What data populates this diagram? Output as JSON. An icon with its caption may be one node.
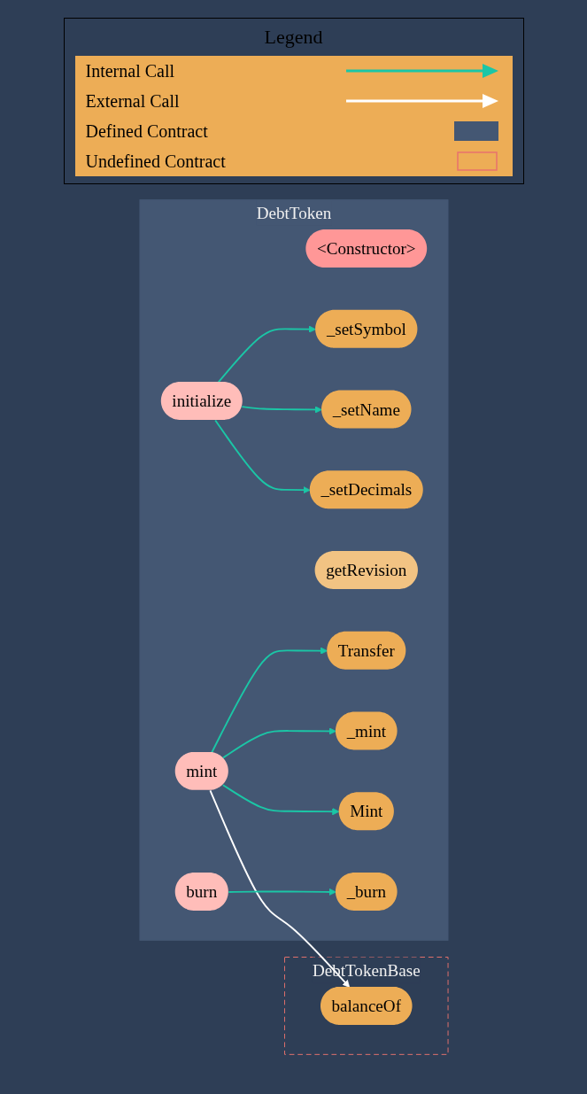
{
  "diagram": {
    "nodes": [
      {
        "text": [
          "DebtToken"
        ]
      },
      {
        "text": [
          "<Constructor>"
        ],
        "in": 0
      },
      {
        "text": [
          "initialize"
        ],
        "in": 0
      },
      {
        "text": [
          "_setSymbol"
        ],
        "in": 0
      },
      {
        "text": [
          "_setName"
        ],
        "in": 0
      },
      {
        "text": [
          "_setDecimals"
        ],
        "in": 0
      },
      {
        "text": [
          "mint"
        ],
        "in": 0
      },
      {
        "text": [
          "burn"
        ],
        "in": 0
      },
      {
        "text": [
          "getRevision"
        ],
        "in": 0
      },
      {
        "text": [
          "Transfer"
        ],
        "in": 0
      },
      {
        "text": [
          "_mint"
        ],
        "in": 0
      },
      {
        "text": [
          "Mint"
        ],
        "in": 0
      },
      {
        "text": [
          "_burn"
        ],
        "in": 0
      },
      {
        "text": [
          "DebtTokenBase"
        ]
      },
      {
        "text": [
          "balanceOf"
        ],
        "in": 13
      }
    ],
    "edges": [
      {
        "from": 2,
        "to": 3,
        "arrow": "to"
      },
      {
        "from": 2,
        "to": 4,
        "arrow": "to"
      },
      {
        "from": 2,
        "to": 5,
        "arrow": "to"
      },
      {
        "from": 6,
        "to": 9,
        "arrow": "to"
      },
      {
        "from": 6,
        "to": 10,
        "arrow": "to"
      },
      {
        "from": 6,
        "to": 11,
        "arrow": "to"
      },
      {
        "from": 6,
        "to": 14,
        "arrow": "to",
        "color": "#ffffff"
      },
      {
        "from": 7,
        "to": 12,
        "arrow": "to"
      }
    ],
    "labels": [
      "Legend"
    ],
    "legend": [
      {
        "text": "Internal Call"
      },
      {
        "text": "External Call"
      },
      {
        "text": "Defined Contract",
        "color": "#445773"
      },
      {
        "text": "Undefined Contract"
      }
    ]
  }
}
